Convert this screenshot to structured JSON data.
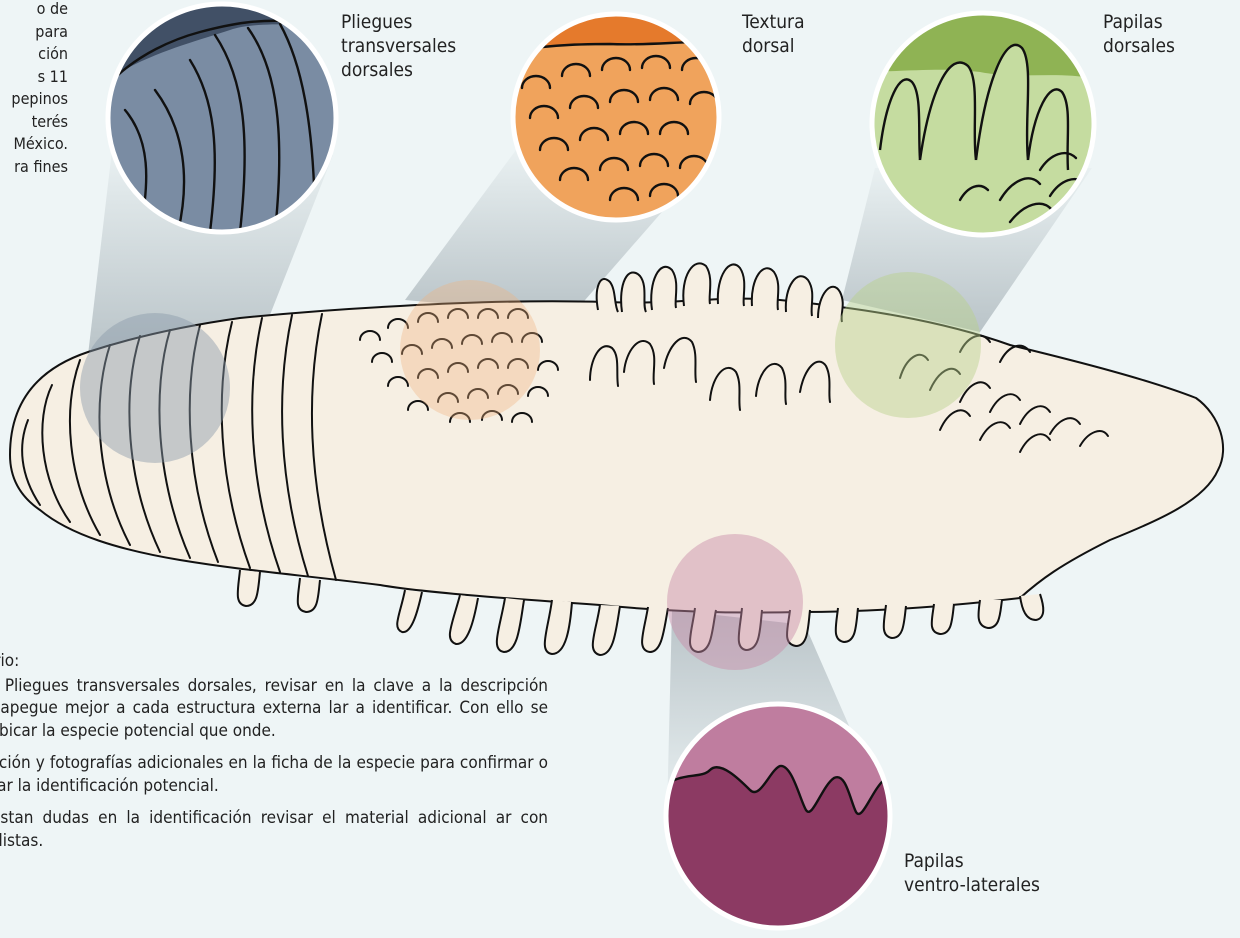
{
  "intro": {
    "text": "o de\npara\nción\ns 11\npepinos\nterés\nMéxico.\nra fines"
  },
  "labels": {
    "pliegues": "Pliegues\ntransversales\ndorsales",
    "textura": "Textura\ndorsal",
    "papilas_dorsales": "Papilas\ndorsales",
    "papilas_ventro": "Papilas\nventro-laterales"
  },
  "steps": {
    "lead": "necesario:",
    "items": [
      "con los Pliegues transversales dorsales, revisar en la clave a la descripción que se apegue mejor a cada estructura externa lar a identificar. Con ello se podrá ubicar la especie potencial que onde.",
      "información y fotografías adicionales en la ficha de la especie para confirmar o descartar la identificación potencial.",
      "que existan dudas en la identificación revisar el material adicional ar con especialistas."
    ]
  },
  "colors": {
    "background": "#eef5f6",
    "body": "#f6efe3",
    "pliegues": "#7a8ca3",
    "textura": "#f0a35c",
    "papilas_dorsales": "#c5dca0",
    "papilas_ventro": "#bf7d9f"
  }
}
